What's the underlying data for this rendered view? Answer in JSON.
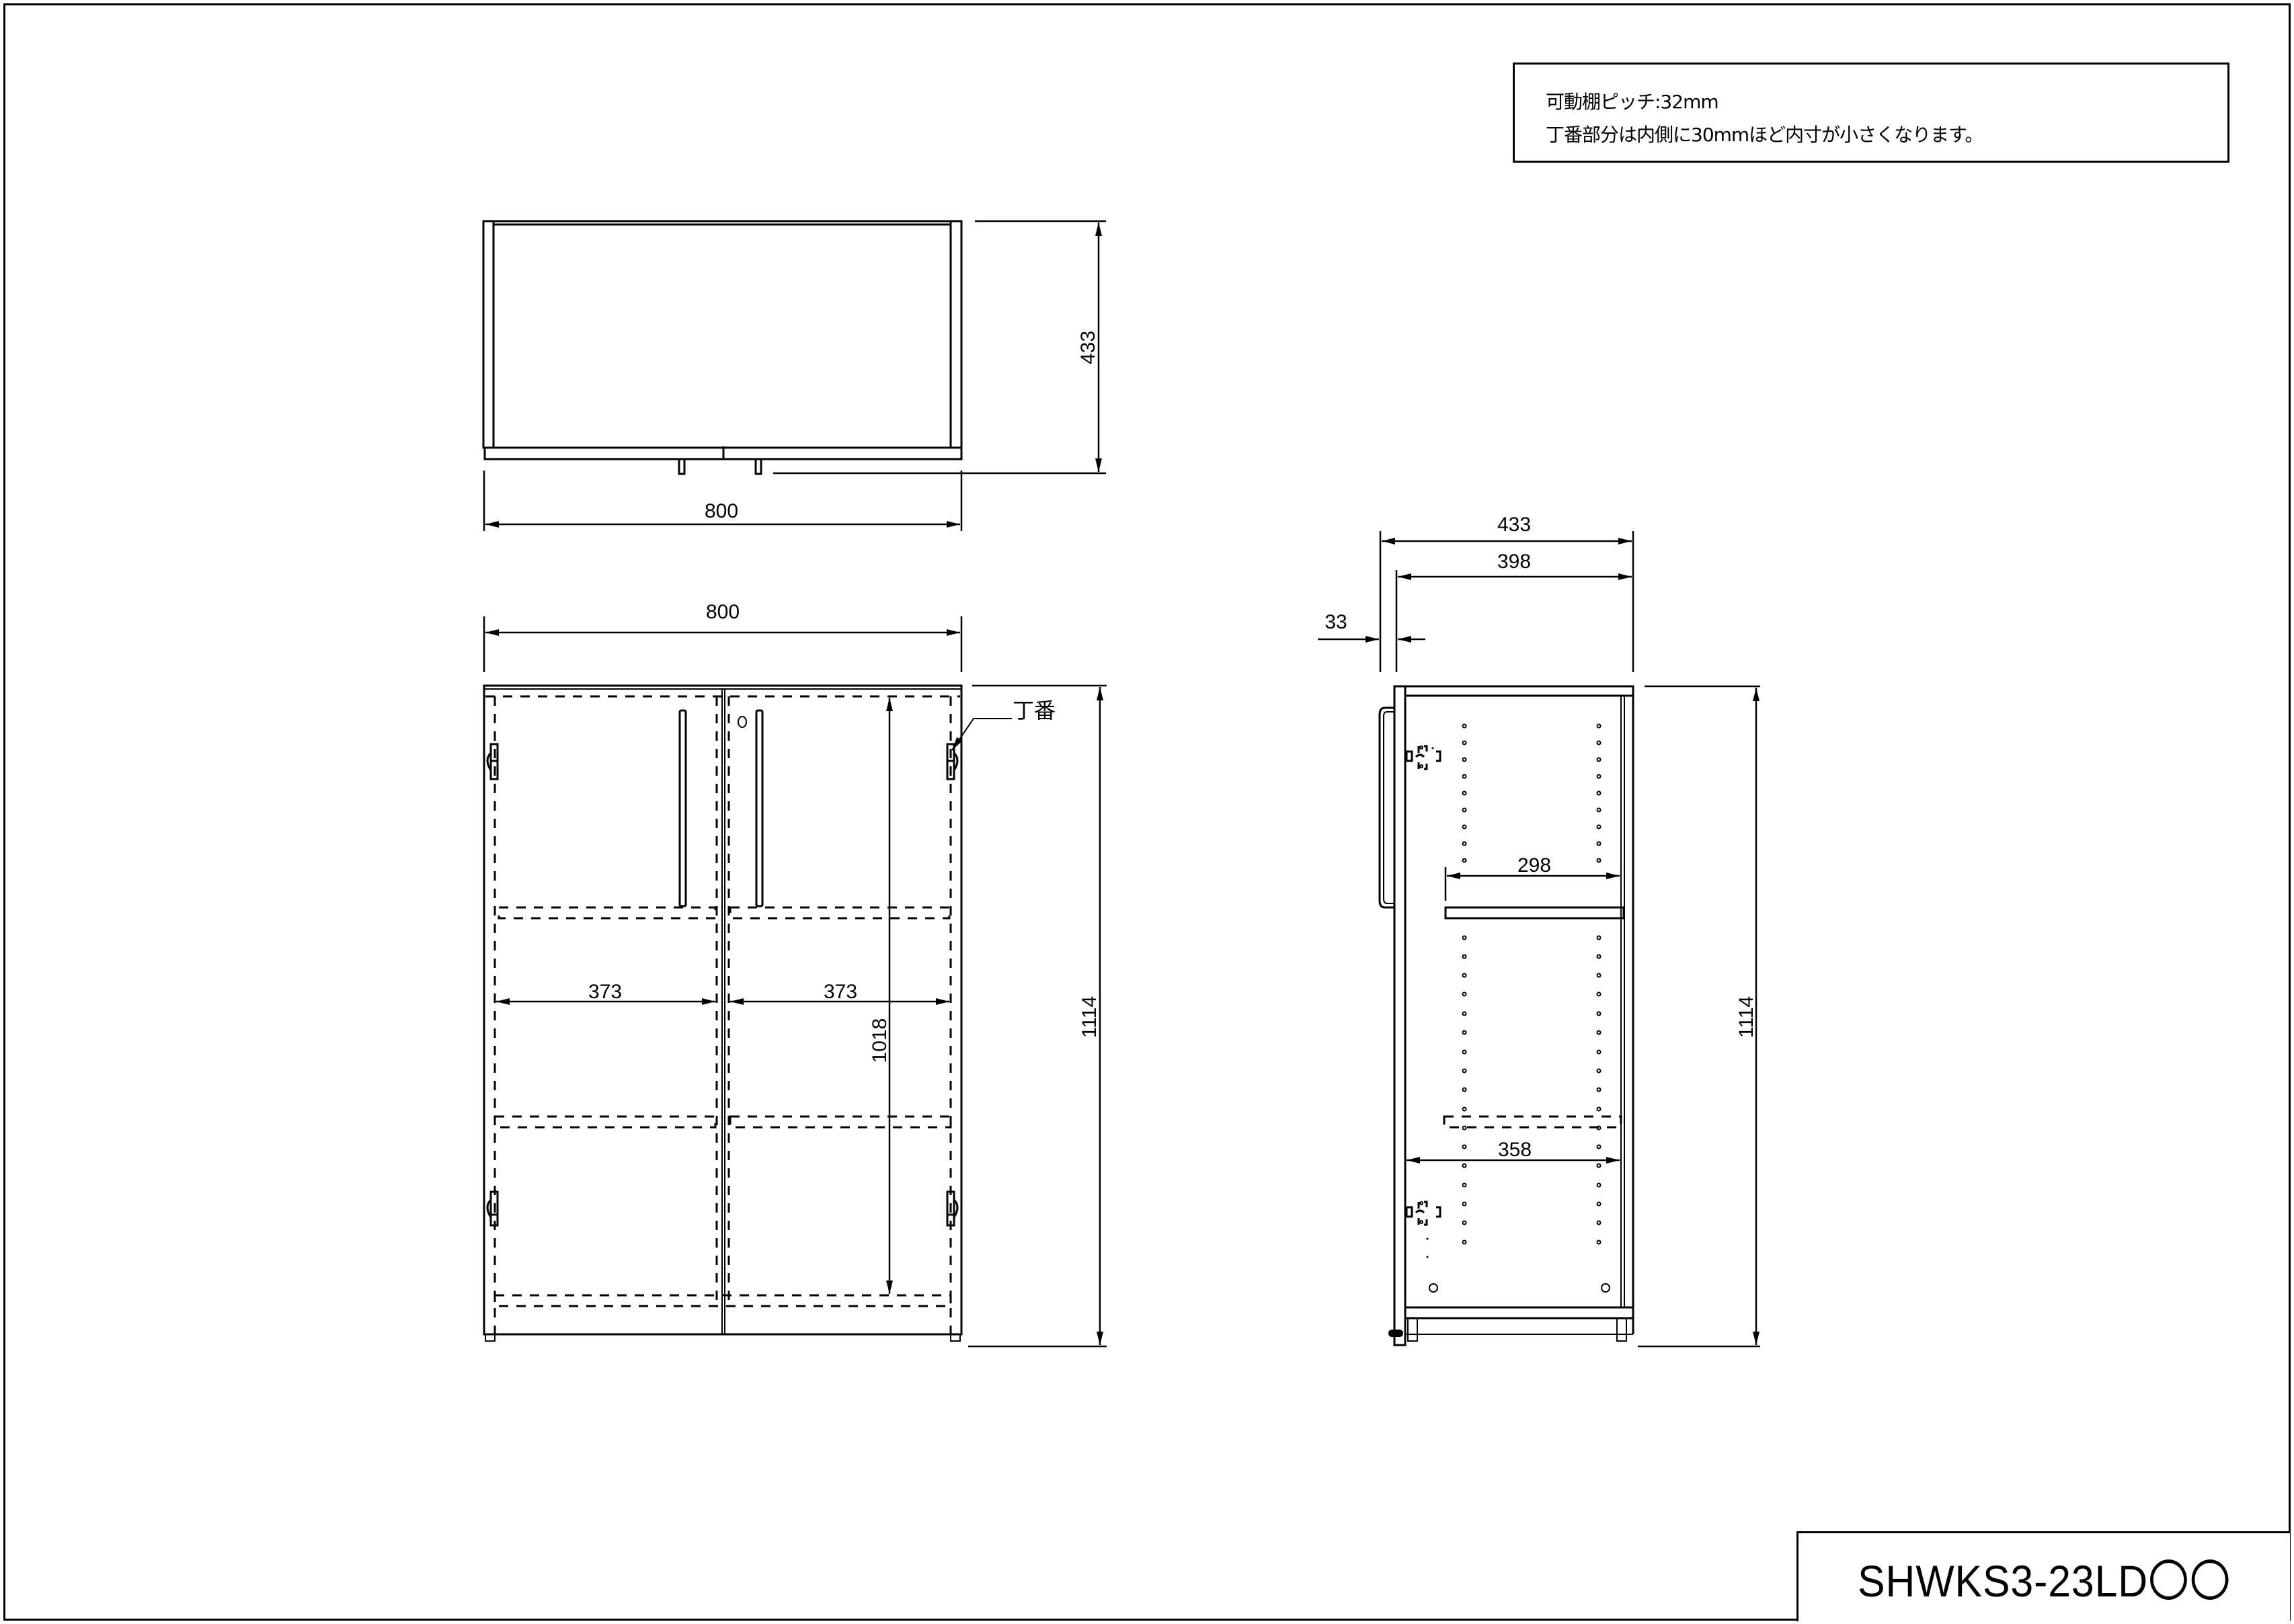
{
  "notes": {
    "line1": "可動棚ピッチ:32mm",
    "line2": "丁番部分は内側に30mmほど内寸が小さくなります。"
  },
  "title_block": {
    "model_number": "SHWKS3-23LD〇〇"
  },
  "top_view": {
    "width_label": "800",
    "depth_label": "433"
  },
  "front_view": {
    "overall_width_label": "800",
    "overall_height_label": "1114",
    "inner_height_label": "1018",
    "left_inner_width_label": "373",
    "right_inner_width_label": "373",
    "hinge_callout": "丁番"
  },
  "side_view": {
    "overall_depth_label": "433",
    "body_depth_label": "398",
    "door_handle_depth_label": "33",
    "upper_shelf_depth_label": "298",
    "lower_shelf_depth_label": "358",
    "overall_height_label": "1114"
  }
}
